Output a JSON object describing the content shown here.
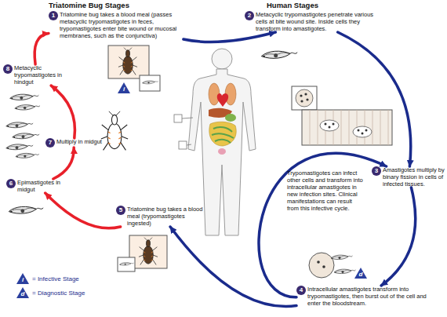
{
  "diagram": {
    "nodes": [
      {
        "text": [
          "1",
          "Triatomine bug takes a blood meal (passes metacyclic trypomastigotes in feces, trypomastigotes enter bite wound or mucosal membranes, such as the conjunctiva)"
        ]
      },
      {
        "text": [
          "2",
          "Metacyclic trypomastigotes penetrate various cells at bite wound site. Inside cells they transform into amastigotes."
        ]
      },
      {
        "text": [
          "3",
          "Amastigotes multiply by binary fission in cells of infected tissues."
        ]
      },
      {
        "text": [
          "4",
          "Intracellular amastigotes transform into trypomastigotes, then burst out of the cell and enter the bloodstream."
        ]
      },
      {
        "text": [
          "5",
          "Triatomine bug takes a blood meal (trypomastigotes ingested)"
        ]
      },
      {
        "text": [
          "6",
          "Epimastigotes in midgut"
        ]
      },
      {
        "text": [
          "7",
          "Multiply in midgut"
        ]
      },
      {
        "text": [
          "8",
          "Metacyclic trypomastigotes in hindgut"
        ]
      }
    ],
    "edges": [
      {
        "from": 0,
        "to": 1,
        "arrow": "to"
      },
      {
        "from": 1,
        "to": 2,
        "arrow": "to"
      },
      {
        "from": 2,
        "to": 3,
        "arrow": "to"
      },
      {
        "from": 3,
        "to": 2,
        "arrow": "to",
        "label": "Trypomastigotes can infect other cells and transform into intracellular amastigotes in new infection sites. Clinical manifestations can result from this infective cycle."
      },
      {
        "from": 3,
        "to": 4,
        "arrow": "to"
      },
      {
        "from": 4,
        "to": 5,
        "arrow": "to"
      },
      {
        "from": 5,
        "to": 6,
        "arrow": "to"
      },
      {
        "from": 6,
        "to": 7,
        "arrow": "to"
      },
      {
        "from": 7,
        "to": 0,
        "arrow": "to"
      }
    ],
    "labels": [
      "Triatomine Bug Stages",
      "Human Stages",
      "i",
      "d",
      "i",
      "d"
    ],
    "legend": [
      {
        "text": "= Infective Stage"
      },
      {
        "text": "= Diagnostic Stage"
      }
    ]
  }
}
